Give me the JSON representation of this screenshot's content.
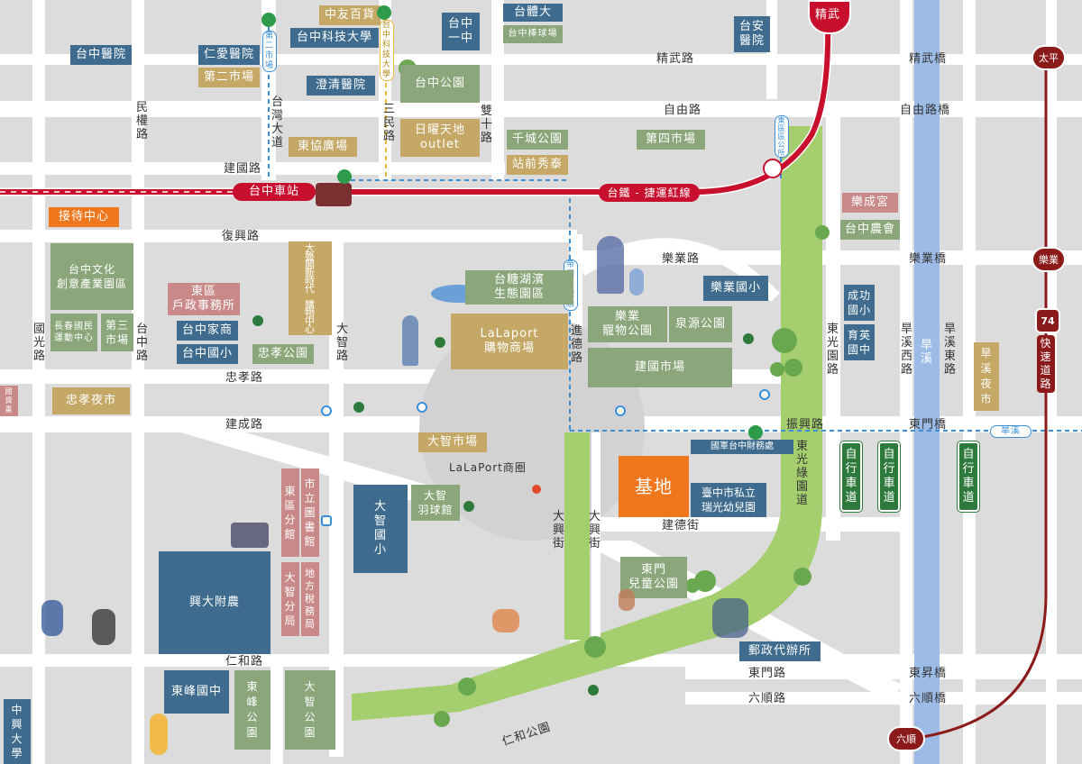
{
  "stations": {
    "jingwu": "精武",
    "taichung": "台中車站",
    "taiping": "太平",
    "leye": "樂業",
    "liushun": "六順"
  },
  "lines": {
    "red_line": "台鐵 - 捷運紅線",
    "highway_number": "74",
    "highway_label": "快速道路"
  },
  "roads": {
    "jingwu_rd": "精武路",
    "jingwu_bridge": "精武橋",
    "ziyou_rd": "自由路",
    "ziyou_bridge": "自由路橋",
    "jianguo_rd": "建國路",
    "fuxing_rd": "復興路",
    "leye_rd": "樂業路",
    "leye_bridge": "樂業橋",
    "zhongxiao_rd": "忠孝路",
    "jiancheng_rd": "建成路",
    "zhenxing_rd": "振興路",
    "dongmen_bridge": "東門橋",
    "jiande_st": "建德街",
    "renhe_rd": "仁和路",
    "dongmen_rd": "東門路",
    "dongsheng_bridge": "東昇橋",
    "liushun_rd": "六順路",
    "liushun_bridge": "六順橋",
    "minquan_rd": "民\n權\n路",
    "taiwan_blvd": "台\n灣\n大\n道",
    "sanmin_rd": "三\n民\n路",
    "shuangshi_rd": "雙\n十\n路",
    "guoguang_rd": "國\n光\n路",
    "taizhong_rd": "台\n中\n路",
    "dazhi_rd": "大\n智\n路",
    "jinde_rd": "進\n德\n路",
    "dongguang_rd": "東\n光\n園\n路",
    "hanxi_w_rd": "旱\n溪\n西\n路",
    "hanxi_e_rd": "旱\n溪\n東\n路",
    "hanxi_river": "旱\n溪",
    "daxing_st1": "大\n興\n街",
    "daxing_st2": "大\n興\n街",
    "dongguang_greenway": "東\n光\n綠\n園\n道",
    "bike1": "自\n行\n車\n道",
    "bike2": "自\n行\n車\n道",
    "bike3": "自\n行\n車\n道",
    "renhe_park_rd": "仁和公園",
    "lalaport_district": "LaLaPort商圈",
    "hanxi_tag": "旱溪",
    "blue_route_v1": "第\n二\n市\n場",
    "blue_route_v2": "台\n中\n科\n技\n大\n學",
    "blue_route_v3": "帝\n國\n製\n糖\n廠",
    "blue_route_v4": "東\n區\n區\n公\n所"
  },
  "places": {
    "taichung_hospital": "台中醫院",
    "renai_hospital": "仁愛醫院",
    "second_market": "第二市場",
    "zhongyou_dept": "中友百貨",
    "nutc": "台中科技大學",
    "taichung_first_high": "台中\n一中",
    "taichung_stadium": "台體大",
    "baseball_field": "台中棒球場",
    "taian_hospital": "台安\n醫院",
    "chengching_hospital": "澄清醫院",
    "taichung_park": "台中公園",
    "donghsieh_plaza": "東協廣場",
    "sunday_outlet": "日曜天地\noutlet",
    "qiancheng_park": "千城公園",
    "station_front": "站前秀泰",
    "fourth_market": "第四市場",
    "lecheng_temple": "樂成宮",
    "taichung_farmers": "台中農會",
    "reception": "接待中心",
    "culture_park": "台中文化\n創意產業園區",
    "east_household": "東區\n戶政事務所",
    "taichung_jiashang": "台中家商",
    "taichung_elem": "台中國小",
    "changchun_center": "長春國民\n運動中心",
    "third_market": "第三\n市場",
    "daluge_mall": "大\n魯\n閣\n新\n時\n代\n\n購\n物\n中\n心",
    "zhongxiao_park": "忠孝公園",
    "zhongxiao_night": "忠孝夜市",
    "sugar_park": "台糖湖濱\n生態園區",
    "lalaport_mall": "LaLaport\n購物商場",
    "leye_pet_park": "樂業\n寵物公園",
    "quanyuan_park": "泉源公園",
    "leye_elem": "樂業國小",
    "jianguo_market": "建國市場",
    "chenggong_elem": "成功\n國小",
    "yuying_junior": "育英\n國中",
    "hanxi_night": "旱\n溪\n夜\n市",
    "dazhi_market": "大智市場",
    "military_finance": "國軍台中財務處",
    "site": "基地",
    "ruiguang_kinder": "臺中市私立\n瑞光幼兒園",
    "public_library": "市\n立\n圖\n書\n館",
    "east_branch": "東\n區\n分\n館",
    "dazhi_elem": "大\n智\n國\n小",
    "dazhi_badminton": "大智\n羽球館",
    "tax_office": "地\n方\n稅\n務\n局",
    "dazhi_branch": "大\n智\n分\n局",
    "xingda_school": "興大附農",
    "dongmen_child_park": "東門\n兒童公園",
    "post_office": "郵政代辦所",
    "dongfeng_junior": "東峰國中",
    "dongfeng_park": "東\n峰\n公\n園",
    "dazhi_park": "大\n智\n公\n園",
    "zhongxing_univ": "中\n興\n大\n學",
    "guozi_small": "國\n資\n畫"
  },
  "colors": {
    "blue": "#3f6c8e",
    "gold": "#c5a866",
    "green": "#8aa67a",
    "pink": "#c98989",
    "site": "#f0771e",
    "rail": "#c8102e",
    "highway": "#8b1a1a",
    "river": "#9cbbe6",
    "greenway": "#9ccc65"
  }
}
